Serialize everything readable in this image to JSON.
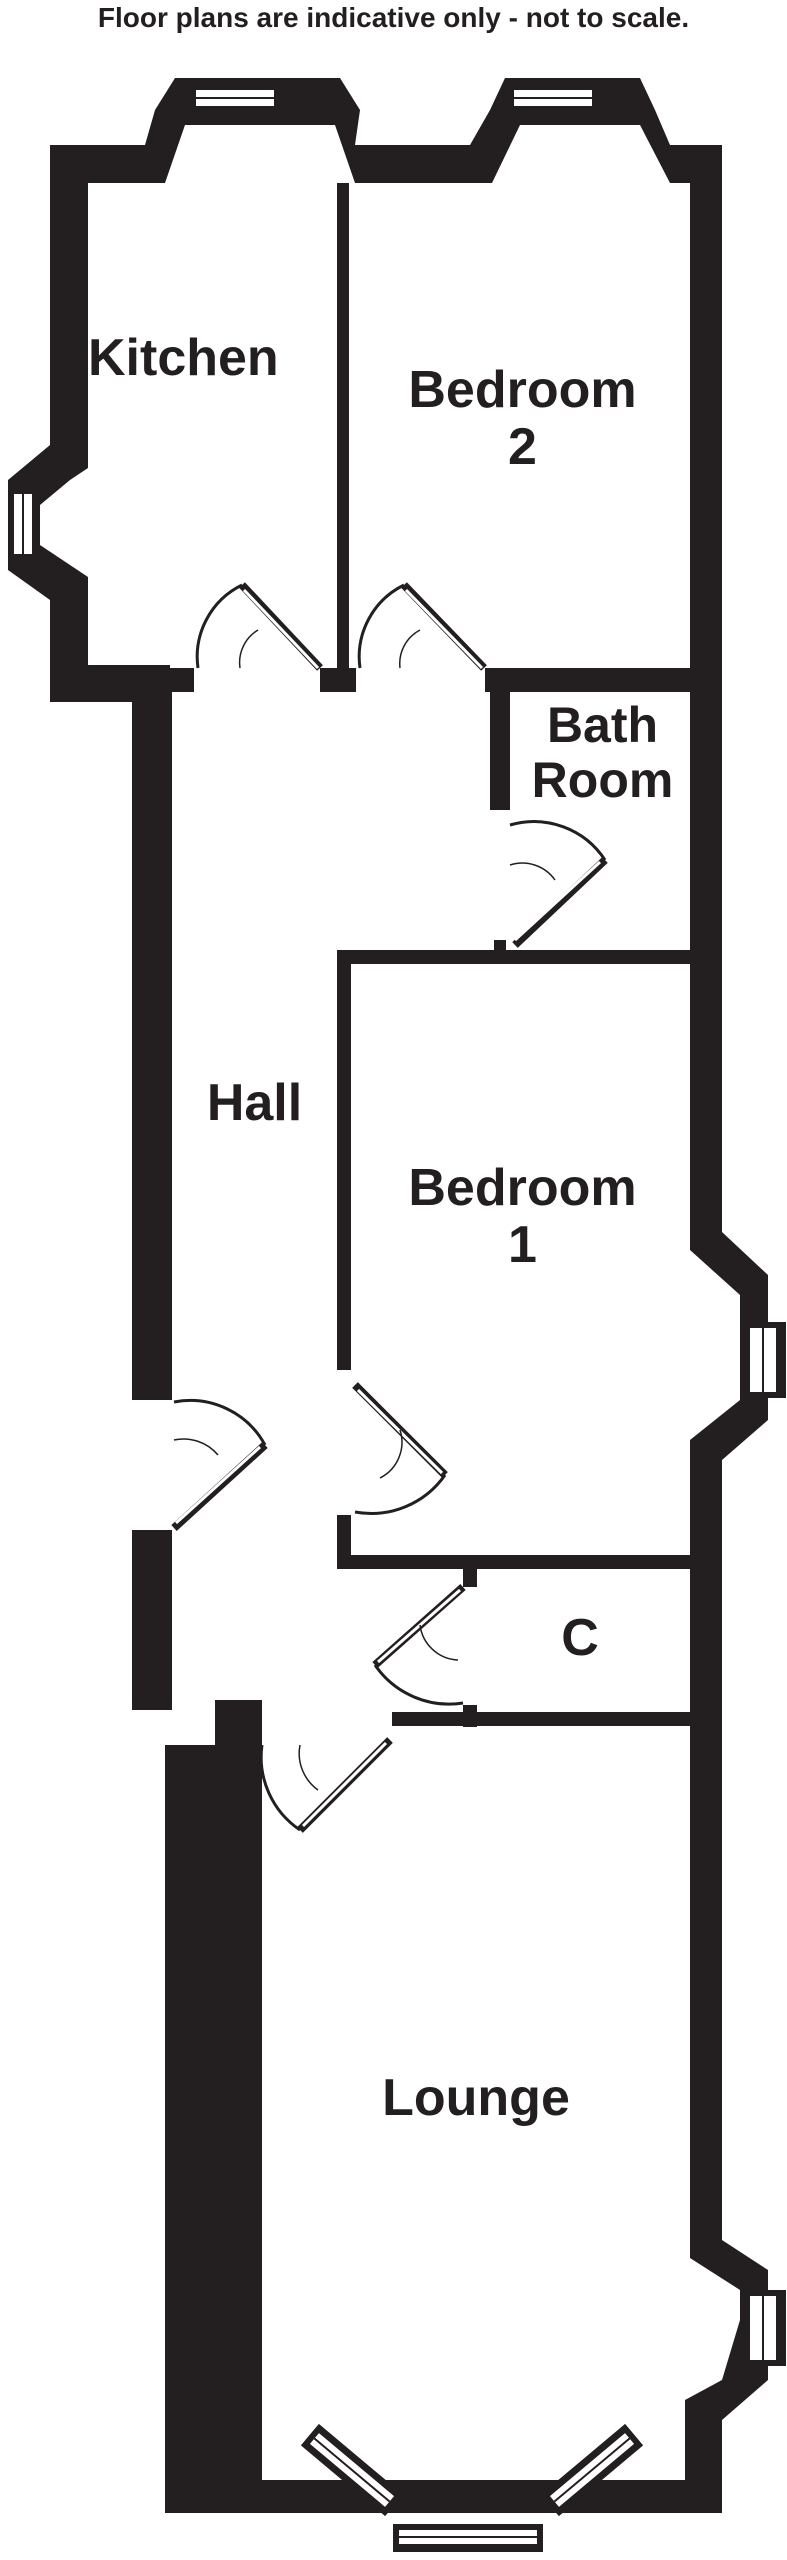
{
  "disclaimer": "Floor plans are indicative only - not to scale.",
  "rooms": {
    "kitchen": {
      "name": "Kitchen"
    },
    "bedroom2": {
      "line1": "Bedroom",
      "line2": "2"
    },
    "bathroom": {
      "line1": "Bath",
      "line2": "Room"
    },
    "hall": {
      "name": "Hall"
    },
    "bedroom1": {
      "line1": "Bedroom",
      "line2": "1"
    },
    "cupboard": {
      "name": "C"
    },
    "lounge": {
      "name": "Lounge"
    }
  },
  "colors": {
    "wall": "#231f20",
    "background": "#ffffff",
    "window_frame": "#231f20",
    "window_pane": "#ffffff",
    "door_swing": "#231f20"
  },
  "icons": {
    "window": "window-icon",
    "door": "door-swing-icon"
  }
}
